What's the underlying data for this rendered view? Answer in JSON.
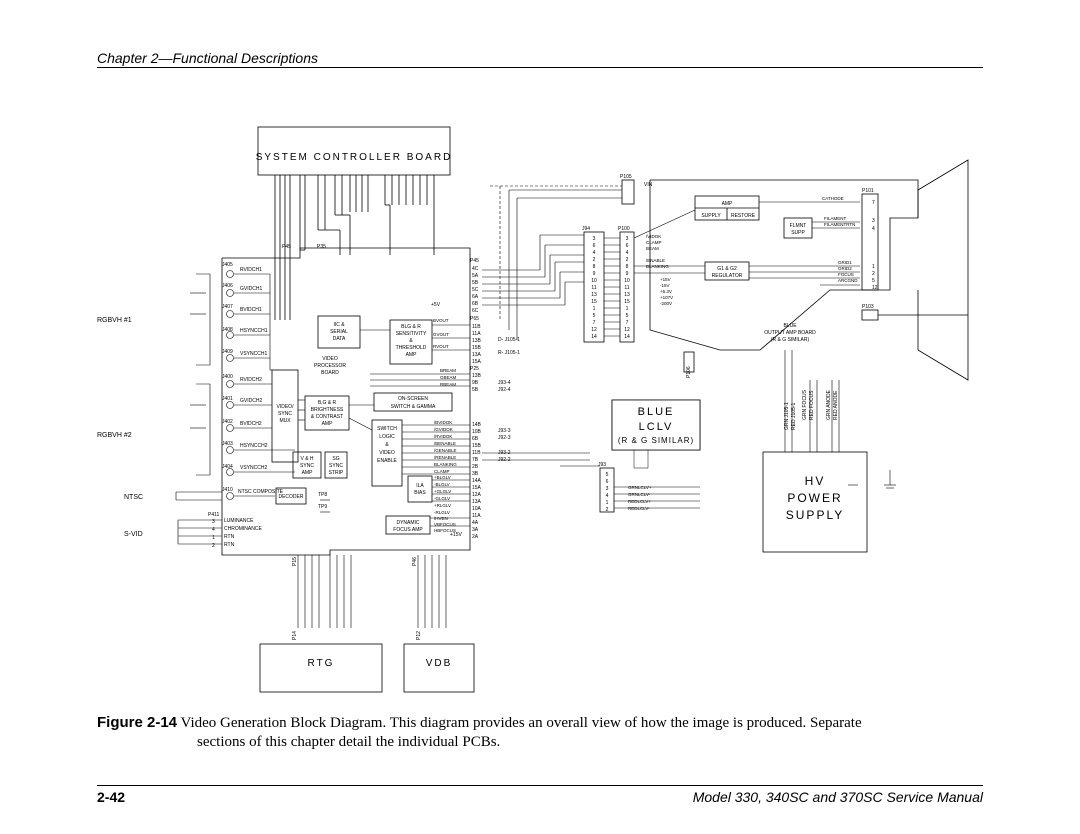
{
  "header": {
    "chapter": "Chapter 2—Functional Descriptions"
  },
  "footer": {
    "page_number": "2-42",
    "manual_title": "Model 330, 340SC and 370SC Service Manual"
  },
  "caption": {
    "figure_label": "Figure 2-14",
    "line1": "Video Generation Block Diagram. This diagram provides an overall view of how the image is produced. Separate",
    "line2": "sections of this chapter detail the individual PCBs."
  },
  "diagram": {
    "boards": {
      "system_controller": "SYSTEM CONTROLLER BOARD",
      "video_processor": "VIDEO PROCESSOR BOARD",
      "blue_output_amp": [
        "BLUE",
        "OUTPUT AMP BOARD",
        "(R & G SIMILAR)"
      ],
      "blue_lclv": [
        "BLUE",
        "LCLV",
        "(R & G SIMILAR)"
      ],
      "hv_power": [
        "HV",
        "POWER",
        "SUPPLY"
      ],
      "rtg": "RTG",
      "vdb": "VDB"
    },
    "inputs": {
      "rgbvh1": "RGBVH #1",
      "rgbvh2": "RGBVH #2",
      "ntsc": "NTSC",
      "svid": "S-VID"
    },
    "blocks": {
      "iic": [
        "IIC &",
        "SERIAL",
        "DATA"
      ],
      "blg": [
        "BLG & R",
        "SENSITIVITY",
        "&",
        "THRESHOLD",
        "AMP"
      ],
      "video_sync_mux": [
        "VIDEO/",
        "SYNC",
        "MUX"
      ],
      "brightness": [
        "B,G & R",
        "BRIGHTNESS",
        "& CONTRAST",
        "AMP"
      ],
      "onscreen": [
        "ON-SCREEN",
        "SWITCH & GAMMA"
      ],
      "switch_logic": [
        "SWITCH",
        "LOGIC",
        "&",
        "VIDEO",
        "ENABLE"
      ],
      "vh_sync": [
        "V & H",
        "SYNC",
        "AMP"
      ],
      "sg_sync": [
        "SG",
        "SYNC",
        "STRIP"
      ],
      "decoder": "DECODER",
      "ila_bias": [
        "ILA",
        "BIAS"
      ],
      "dynamic_focus": [
        "DYNAMIC",
        "FOCUS AMP"
      ],
      "amp": "AMP",
      "supply": "SUPPLY",
      "restore": "RESTORE",
      "flmnt_supp": [
        "FLMNT",
        "SUPP"
      ],
      "g1g2": [
        "G1 & G2",
        "REGULATOR"
      ]
    },
    "connectors": {
      "p45": "P45",
      "p65": "P65",
      "p25": "P25",
      "j94": "J94",
      "p100": "P100",
      "p105": "P105",
      "p101": "P101",
      "p103": "P103",
      "p411": "P411",
      "j93": "J93",
      "p15": "P15",
      "p35": "P35",
      "p46": "P46",
      "p14": "P14",
      "p12": "P12",
      "p106": "P106"
    },
    "input_jacks": [
      {
        "id": "J405",
        "sig": "RVIDCH1"
      },
      {
        "id": "J406",
        "sig": "GVIDCH1"
      },
      {
        "id": "J407",
        "sig": "BVIDCH1"
      },
      {
        "id": "J408",
        "sig": "HSYNCCH1"
      },
      {
        "id": "J409",
        "sig": "VSYNCCH1"
      },
      {
        "id": "J400",
        "sig": "RVIDCH2"
      },
      {
        "id": "J401",
        "sig": "GVIDCH2"
      },
      {
        "id": "J402",
        "sig": "BVIDCH2"
      },
      {
        "id": "J403",
        "sig": "HSYNCCH2"
      },
      {
        "id": "J404",
        "sig": "VSYNCCH2"
      },
      {
        "id": "J410",
        "sig": "NTSC COMPOSITE"
      }
    ],
    "p411_lines": [
      "LUMINANCE",
      "CHROMINANCE",
      "RTN",
      "RTN"
    ],
    "p411_pins": [
      "3",
      "4",
      "1",
      "2"
    ],
    "p45_pins": [
      "4C",
      "5A",
      "5B",
      "5C",
      "6A",
      "6B",
      "6C"
    ],
    "p65_pins": [
      "11B",
      "11A",
      "13B",
      "15B",
      "13A",
      "15A"
    ],
    "p25_pins": [
      "13B",
      "9B",
      "5B"
    ],
    "tail_pins": [
      "14B",
      "10B",
      "6B",
      "15B",
      "11B",
      "7B",
      "2B",
      "3B",
      "14A",
      "15A",
      "12A",
      "13A",
      "10A",
      "11A",
      "4A",
      "3A",
      "2A"
    ],
    "right_signals": [
      "/BVIDOK",
      "/GVIDOK",
      "/RVIDOK",
      "/BENABLE",
      "/GENABLE",
      "/RENABLE",
      "BLANKING",
      "CLAMP",
      "+BLGLV",
      "-BLGLV",
      "+GLGLV",
      "-GLGLV",
      "+RLGLV",
      "-RLGLV",
      "/HVEN",
      "VBFOCUS",
      "HBFOCUS"
    ],
    "out_signals": [
      "BVOUT",
      "GVOUT",
      "RVOUT",
      "BREAM",
      "GBEAM",
      "RBEAM"
    ],
    "j94_pins": [
      "3",
      "6",
      "4",
      "2",
      "8",
      "9",
      "10",
      "11",
      "13",
      "15",
      "1",
      "5",
      "7",
      "12",
      "14"
    ],
    "p100_pins": [
      "3",
      "6",
      "4",
      "2",
      "8",
      "9",
      "10",
      "11",
      "13",
      "15",
      "1",
      "5",
      "7",
      "12",
      "14"
    ],
    "p100_signals": [
      "/VIDOK",
      "CLAMP",
      "BEAM",
      "/ENABLE",
      "BLANKING",
      "+15V",
      "-15V",
      "+6.3V",
      "+107V",
      "-200V"
    ],
    "j93_pins": [
      "5",
      "6",
      "3",
      "4",
      "1",
      "2"
    ],
    "j93_signals": [
      "GRNLCLV+",
      "GRNLCLV-",
      "REDLCLV+",
      "REDLCLV-"
    ],
    "p101_signals": [
      "CATHODE",
      "FILAMENT",
      "FILAMENTRTN",
      "GRID1",
      "GRID2",
      "FOCUS",
      "ARCGND"
    ],
    "p101_pins": [
      "7",
      "3",
      "4",
      "1",
      "2",
      "5",
      "12"
    ],
    "hv_leads": [
      "GRN J105-1",
      "RED J105-1",
      "GRN FOCUS",
      "RED FOCUS",
      "GRN ANODE",
      "RED ANODE"
    ],
    "jmap": [
      "D- J105-1",
      "R- J105-1",
      "J93-4",
      "J92-4",
      "J93-3",
      "J92-3",
      "J93-2",
      "J92-2"
    ],
    "misc": {
      "p105_vin": "VIN",
      "plus5v": "+5V",
      "plus15v": "+15V",
      "tp8": "TP8",
      "tp9": "TP9"
    }
  }
}
